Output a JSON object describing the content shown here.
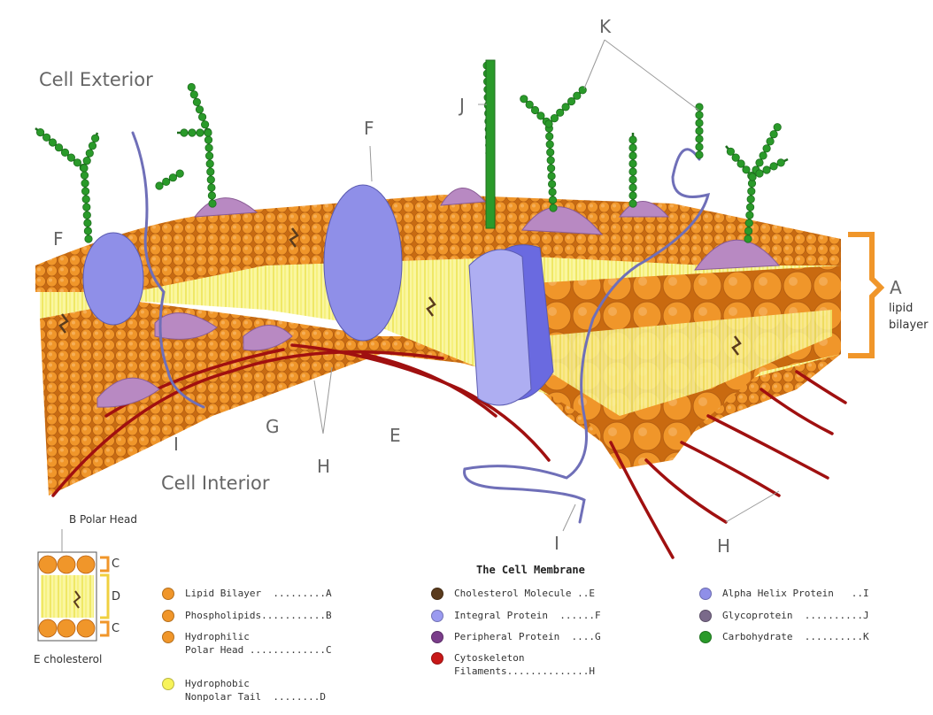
{
  "diagram": {
    "title": "The Cell Membrane",
    "regions": {
      "exterior": "Cell Exterior",
      "interior": "Cell Interior"
    },
    "callouts": {
      "a_letter": "A",
      "a_text_1": "lipid",
      "a_text_2": "bilayer",
      "e": "E",
      "f1": "F",
      "f2": "F",
      "g": "G",
      "h1": "H",
      "h2": "H",
      "i1": "I",
      "i2": "I",
      "j": "J",
      "k": "K"
    },
    "inset": {
      "polar_head": "B Polar Head",
      "c1": "C",
      "d": "D",
      "c2": "C",
      "cholesterol": "E cholesterol"
    },
    "colors": {
      "lipid_head": "#f0962a",
      "lipid_tail": "#f7f35a",
      "integral_protein": "#8f8fe8",
      "peripheral_protein": "#b889c2",
      "carbohydrate": "#2a9a2a",
      "cytoskeleton": "#a01010",
      "cholesterol": "#5a3b1d"
    }
  },
  "legend": [
    {
      "text": "Lipid Bilayer  .........A",
      "color": "#f0962a"
    },
    {
      "text": "Phospholipids...........B",
      "color": "#f0962a"
    },
    {
      "text": "Hydrophilic\nPolar Head .............C",
      "color": "#f0962a"
    },
    {
      "text": "Hydrophobic\nNonpolar Tail  ........D",
      "color": "#f7f35a"
    },
    {
      "text": "Cholesterol Molecule ..E",
      "color": "#5a3b1d"
    },
    {
      "text": "Integral Protein  ......F",
      "color": "#9a9af0"
    },
    {
      "text": "Peripheral Protein  ....G",
      "color": "#7a3d8a"
    },
    {
      "text": "Cytoskeleton\nFilaments..............H",
      "color": "#c81818"
    },
    {
      "text": "Alpha Helix Protein   ..I",
      "color": "#8f8fe8"
    },
    {
      "text": "Glycoprotein  ..........J",
      "color": "#7a6a8a"
    },
    {
      "text": "Carbohydrate  ..........K",
      "color": "#2a9a2a"
    }
  ]
}
